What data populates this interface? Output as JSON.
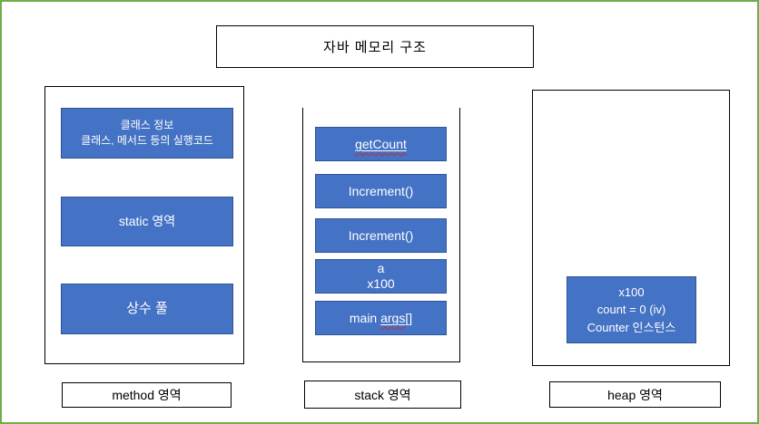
{
  "title": "자바 메모리 구조",
  "colors": {
    "frame_green": "#70AD47",
    "shape_blue_fill": "#4472C4",
    "shape_blue_border": "#2F5496",
    "spellcheck_red": "#cc2b2b"
  },
  "method_region": {
    "label": "method 영역",
    "boxes": [
      {
        "lines": [
          "클래스 정보",
          "클래스, 메서드 등의 실행코드"
        ]
      },
      {
        "text": "static 영역"
      },
      {
        "text": "상수 풀"
      }
    ]
  },
  "stack_region": {
    "label": "stack 영역",
    "frames": [
      {
        "text": "getCount"
      },
      {
        "text": "Increment()"
      },
      {
        "text": "Increment()"
      },
      {
        "lines": [
          "a",
          "x100"
        ]
      },
      {
        "parts": [
          "main ",
          "args",
          "[]"
        ]
      }
    ]
  },
  "heap_region": {
    "label": "heap 영역",
    "instance_box": {
      "lines": [
        "x100",
        "count = 0 (iv)",
        "Counter 인스턴스"
      ]
    }
  }
}
